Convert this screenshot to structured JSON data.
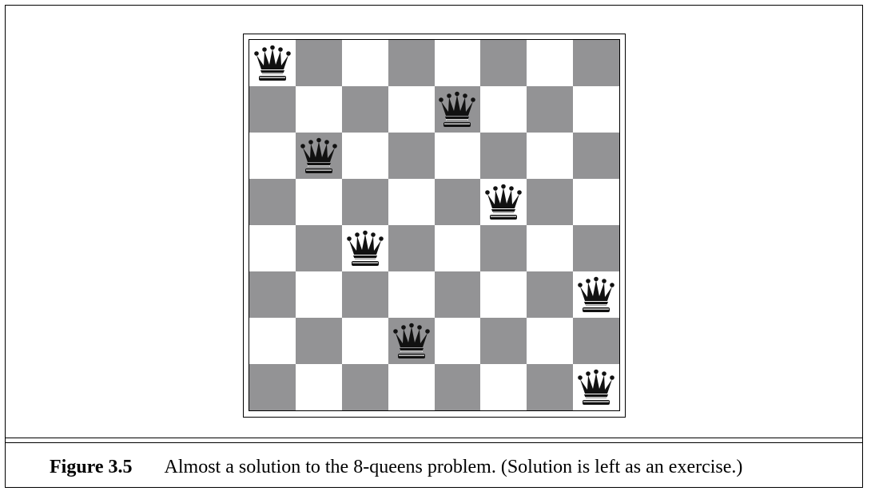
{
  "figure": {
    "label": "Figure 3.5",
    "caption": "Almost a solution to the 8-queens problem. (Solution is left as an exercise.)"
  },
  "board": {
    "size": 8,
    "light_color": "#ffffff",
    "dark_color": "#939395",
    "top_left_square": "light",
    "queen_icon": "chess-queen-icon",
    "queens": [
      {
        "row": 1,
        "col": 1
      },
      {
        "row": 2,
        "col": 5
      },
      {
        "row": 3,
        "col": 2
      },
      {
        "row": 4,
        "col": 6
      },
      {
        "row": 5,
        "col": 3
      },
      {
        "row": 6,
        "col": 8
      },
      {
        "row": 7,
        "col": 4
      },
      {
        "row": 8,
        "col": 8
      }
    ]
  }
}
